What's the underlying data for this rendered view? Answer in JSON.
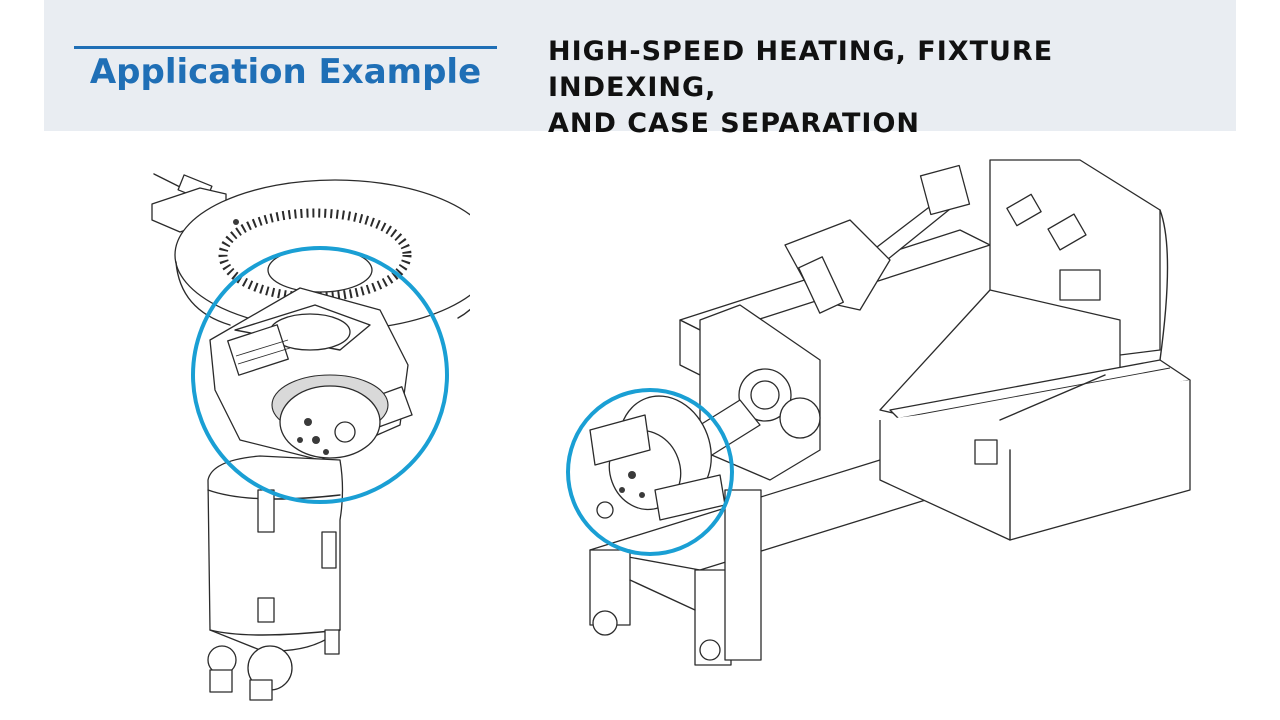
{
  "header": {
    "section_label": "Application Example",
    "title_lines": [
      "HIGH-SPEED HEATING, FIXTURE INDEXING,",
      "AND CASE SEPARATION"
    ]
  },
  "colors": {
    "header_background": "#e9edf2",
    "accent_blue": "#1f6fb6",
    "highlight_circle": "#1a9fd4",
    "title_text": "#111111"
  }
}
